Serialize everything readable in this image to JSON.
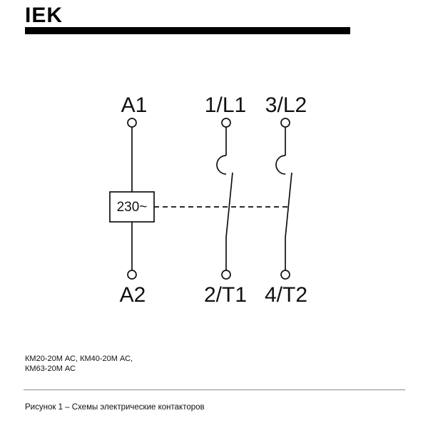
{
  "logo": {
    "text": "IEK"
  },
  "diagram": {
    "coil_label": "230~",
    "terminals": {
      "a1": "A1",
      "a2": "A2",
      "l1": "1/L1",
      "t1": "2/T1",
      "l2": "3/L2",
      "t2": "4/T2"
    }
  },
  "footer": {
    "models_line1": "КМ20-20М АС, КМ40-20М АС,",
    "models_line2": "КМ63-20М АС",
    "caption": "Рисунок 1 – Схемы электрические контакторов"
  },
  "colors": {
    "ink": "#111111",
    "bar": "#000000"
  }
}
